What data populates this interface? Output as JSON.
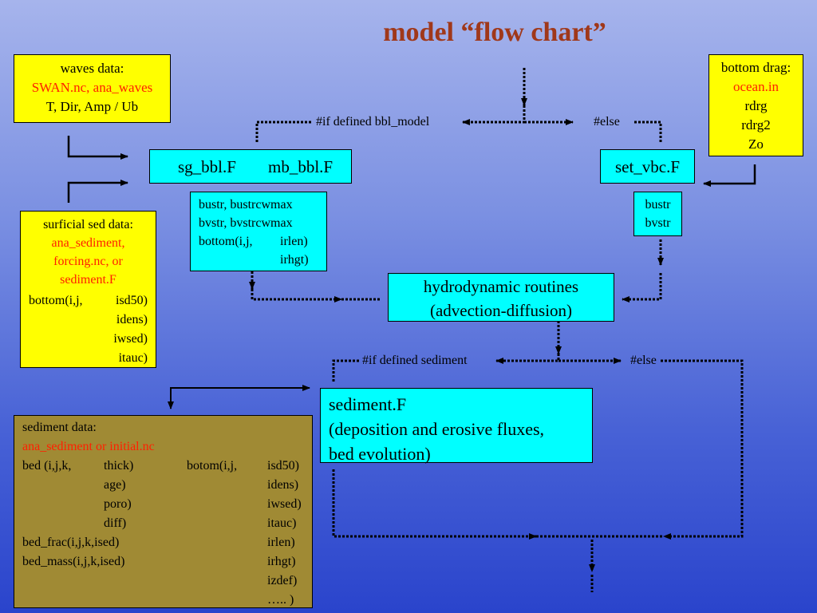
{
  "title": "model “flow chart”",
  "waves": {
    "heading": "waves data:",
    "files": "SWAN.nc, ana_waves",
    "vars": "T, Dir, Amp / Ub"
  },
  "bottom_drag": {
    "heading": "bottom drag:",
    "file": "ocean.in",
    "vars": [
      "rdrg",
      "rdrg2",
      "Zo"
    ]
  },
  "bbl_files": {
    "a": "sg_bbl.F",
    "b": "mb_bbl.F"
  },
  "set_vbc": "set_vbc.F",
  "bbl_vars": {
    "l1": "bustr, bustrcwmax",
    "l2": "bvstr, bvstrcwmax",
    "l3a": "bottom(i,j,",
    "l3b": "irlen)",
    "l4": "irhgt)"
  },
  "vbc_vars": {
    "l1": "bustr",
    "l2": "bvstr"
  },
  "cond_bbl": {
    "if": "#if defined bbl_model",
    "else": "#else"
  },
  "hydro": {
    "l1": "hydrodynamic routines",
    "l2": "(advection-diffusion)"
  },
  "cond_sed": {
    "if": "#if defined sediment",
    "else": "#else"
  },
  "surficial": {
    "heading": "surficial sed data:",
    "files": [
      "ana_sediment,",
      "forcing.nc, or",
      "sediment.F"
    ],
    "b1": "bottom(i,j,",
    "v1": "isd50)",
    "v2": "idens)",
    "v3": "iwsed)",
    "v4": "itauc)"
  },
  "sediment_f": {
    "l1": "sediment.F",
    "l2": "(deposition and erosive fluxes,",
    "l3": "bed evolution)"
  },
  "sediment_data": {
    "heading": "sediment data:",
    "files": "ana_sediment or initial.nc",
    "c1": [
      "bed (i,j,k,",
      "",
      "",
      "",
      "bed_frac(i,j,k,ised)",
      "bed_mass(i,j,k,ised)",
      "",
      ""
    ],
    "c2": [
      "thick)",
      "age)",
      "poro)",
      "diff)",
      "",
      "",
      "",
      ""
    ],
    "c3": [
      "botom(i,j,",
      "",
      "",
      "",
      "",
      "",
      "",
      ""
    ],
    "c4": [
      "isd50)",
      "idens)",
      "iwsed)",
      "itauc)",
      "irlen)",
      "irhgt)",
      "izdef)",
      "….. )"
    ]
  }
}
